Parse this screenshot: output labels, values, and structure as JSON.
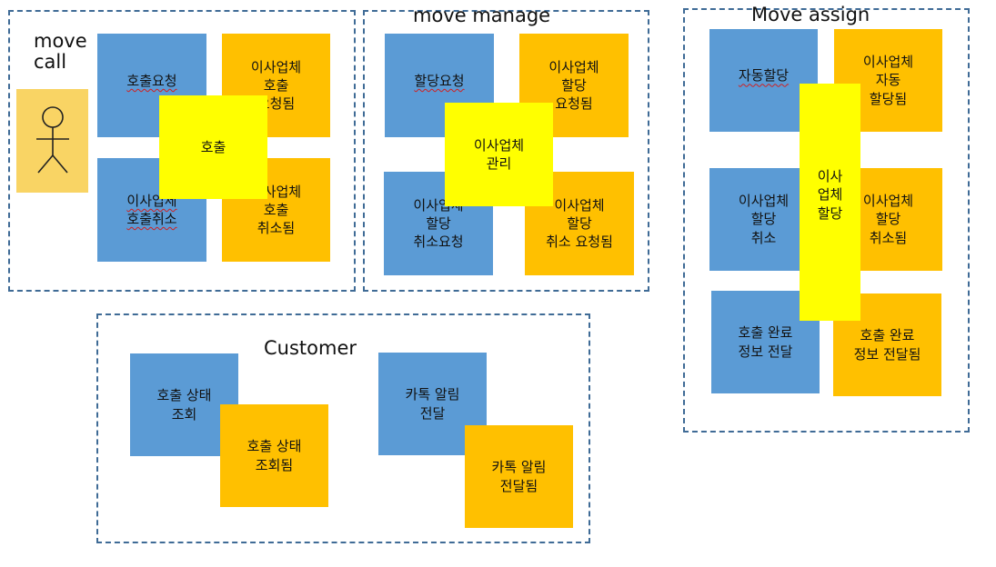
{
  "colors": {
    "command": "#5b9bd5",
    "event": "#ffc000",
    "aggregate": "#ffff00",
    "actor": "#f9d464",
    "boundary": "#3f6b96"
  },
  "move_call": {
    "title": "move\ncall",
    "actor_icon": "person-stick-figure-icon",
    "commands": [
      "호출요청",
      "이사업체\n호출취소"
    ],
    "events": [
      "이사업체\n호출\n요청됨",
      "이사업체\n호출\n취소됨"
    ],
    "aggregate": "호출"
  },
  "move_manage": {
    "title": "move manage",
    "commands": [
      "할당요청",
      "이사업체\n할당\n취소요청"
    ],
    "events": [
      "이사업체\n할당\n요청됨",
      "이사업체\n할당\n취소 요청됨"
    ],
    "aggregate": "이사업체\n관리"
  },
  "move_assign": {
    "title": "Move assign",
    "commands": [
      "자동할당",
      "이사업체\n할당\n취소",
      "호출 완료\n정보 전달"
    ],
    "events": [
      "이사업체\n자동\n할당됨",
      "이사업체\n할당\n취소됨",
      "호출 완료\n정보 전달됨"
    ],
    "aggregate": "이사\n업체\n할당"
  },
  "customer": {
    "title": "Customer",
    "commands": [
      "호출 상태\n조회",
      "카톡 알림\n전달"
    ],
    "events": [
      "호출 상태\n조회됨",
      "카톡 알림\n전달됨"
    ]
  }
}
